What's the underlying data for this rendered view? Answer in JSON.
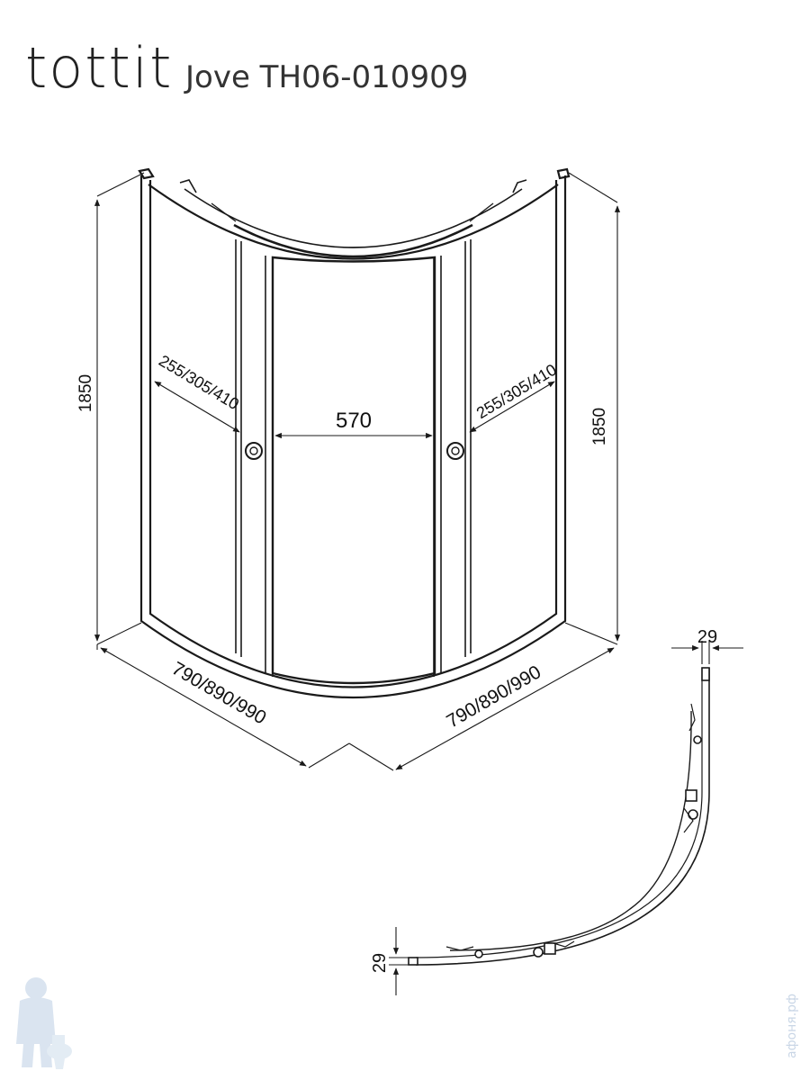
{
  "header": {
    "brand": "tottit",
    "model": "Jove TH06-010909"
  },
  "dimensions": {
    "height_left": "1850",
    "height_right": "1850",
    "door_width": "570",
    "fixed_panel_left": "255/305/410",
    "fixed_panel_right": "255/305/410",
    "side_left": "790/890/990",
    "side_right": "790/890/990",
    "profile_top": "29",
    "profile_left": "29"
  },
  "watermark": {
    "site": "афоня.рф"
  },
  "colors": {
    "line": "#1a1a1a",
    "watermark": "#c9d6e6"
  }
}
